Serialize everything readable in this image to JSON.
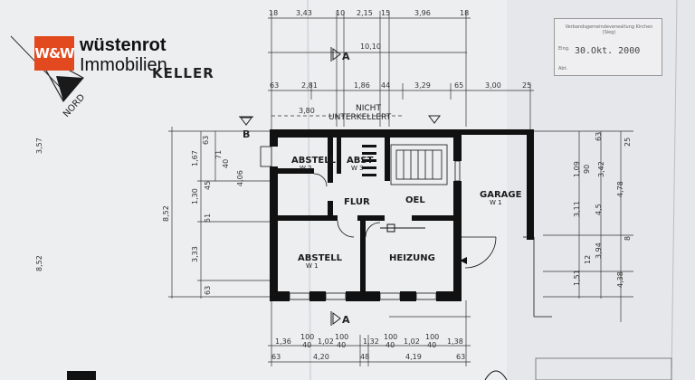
{
  "brand": {
    "mark": "W&W",
    "line1": "wüstenrot",
    "line2": "Immobilien"
  },
  "plan": {
    "title": "KELLER",
    "north": "NORD",
    "section_mark_top": "A",
    "section_mark_bottom": "A",
    "section_mark_left": "B",
    "not_basement_label_1": "NICHT",
    "not_basement_label_2": "UNTERKELLERT",
    "rooms": [
      {
        "name": "ABSTELL",
        "sub": "W 2"
      },
      {
        "name": "ABST",
        "sub": "W 3"
      },
      {
        "name": "FLUR",
        "sub": ""
      },
      {
        "name": "OEL",
        "sub": ""
      },
      {
        "name": "GARAGE",
        "sub": "W 1"
      },
      {
        "name": "ABSTELL",
        "sub": "W 1"
      },
      {
        "name": "HEIZUNG",
        "sub": ""
      }
    ]
  },
  "dims": {
    "top1": [
      "18",
      "3,43",
      "10",
      "2,15",
      "15",
      "3,96",
      "18"
    ],
    "top_total": "10,10",
    "top2": [
      "63",
      "2,81",
      "1,86",
      "44",
      "3,29",
      "65",
      "3,00",
      "25"
    ],
    "top3": "3,80",
    "bottom1": [
      "1,36",
      "100",
      "40",
      "1,02",
      "100",
      "40",
      "1,32",
      "100",
      "40",
      "1,02",
      "100",
      "40",
      "1,38"
    ],
    "bottom2": [
      "63",
      "4,20",
      "48",
      "4,19",
      "63"
    ],
    "left_outer": [
      "3,57",
      "8,52"
    ],
    "left_inner": [
      "63",
      "1,67",
      "71",
      "40",
      "4,06",
      "8,52",
      "1,30",
      "51",
      "3,33",
      "63",
      "45"
    ],
    "right": [
      "63",
      "1,09",
      "90",
      "3,42",
      "4,78",
      "3,11",
      "4,5",
      "3,94",
      "8",
      "1,51",
      "12",
      "4,38",
      "25"
    ]
  },
  "stamp": {
    "authority": "Verbandsgemeindeverwaltung Kirchen (Sieg)",
    "received_label": "Eing.",
    "received_date": "30.Okt. 2000",
    "dept_label": "Abt."
  }
}
